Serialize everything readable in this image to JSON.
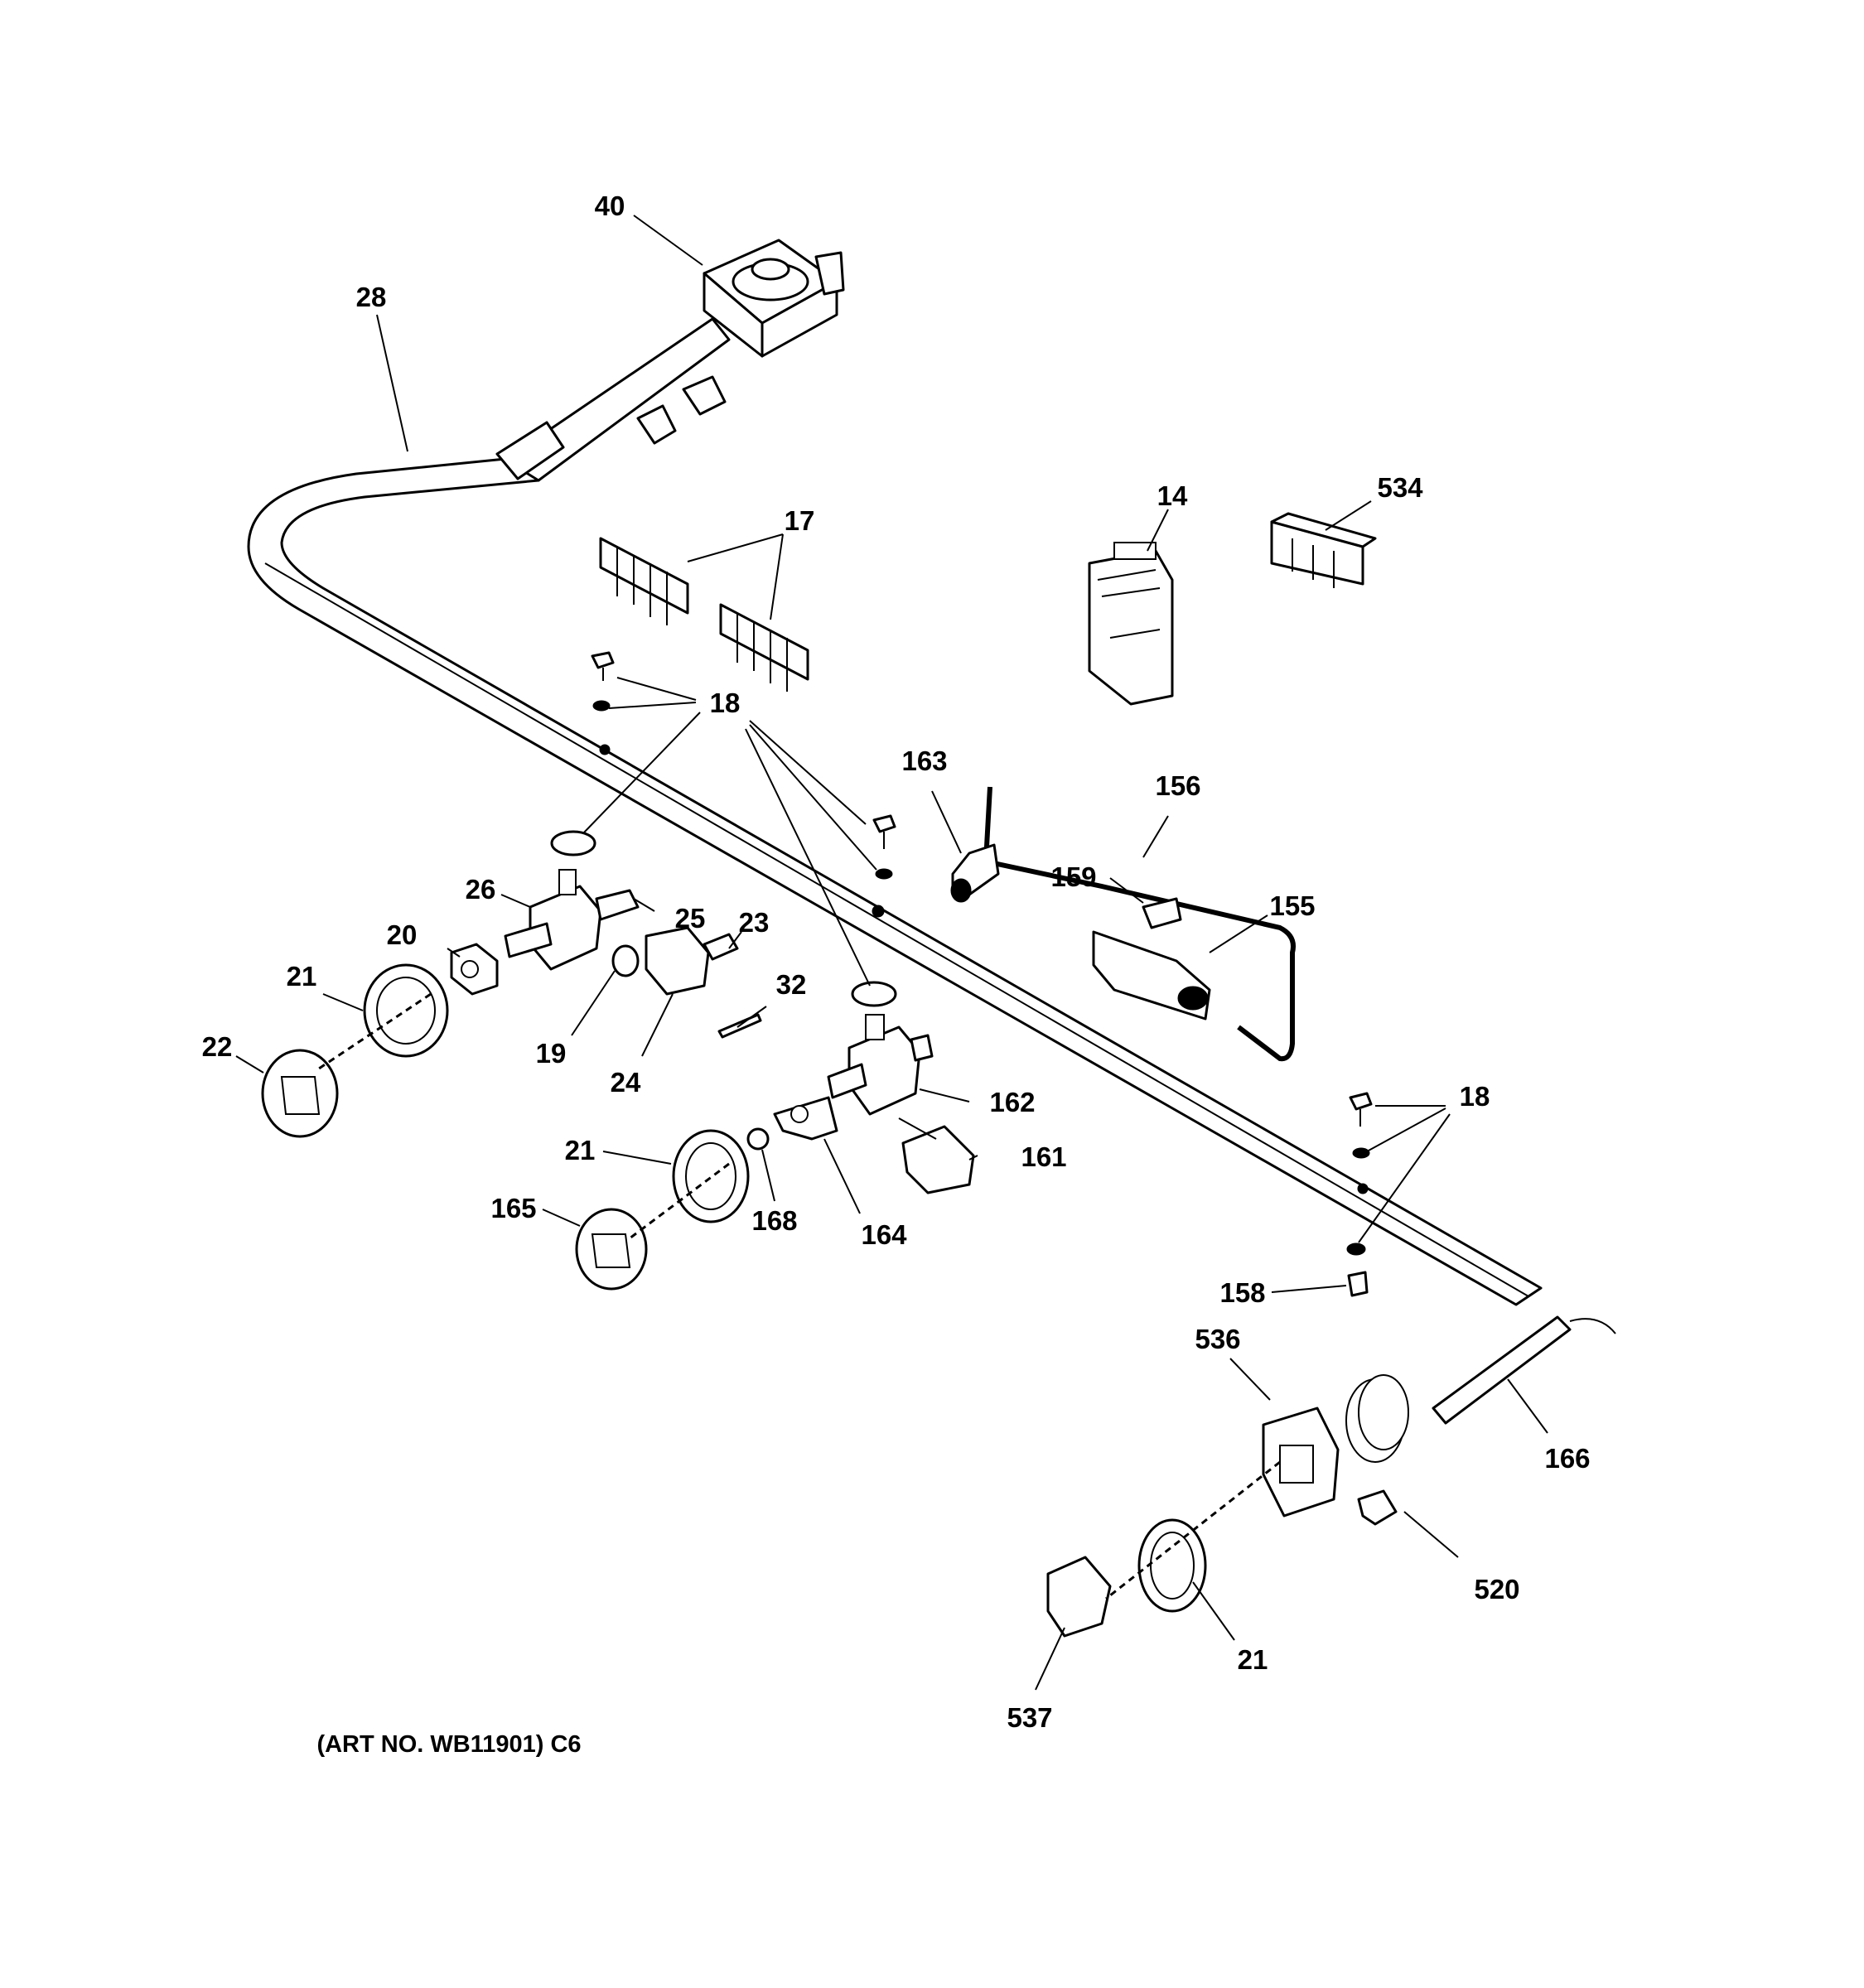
{
  "diagram": {
    "caption": "(ART NO. WB11901) C6",
    "callouts": {
      "c40": "40",
      "c28": "28",
      "c17": "17",
      "c14": "14",
      "c534": "534",
      "c18a": "18",
      "c163": "163",
      "c156": "156",
      "c159": "159",
      "c155": "155",
      "c26": "26",
      "c25": "25",
      "c23": "23",
      "c20": "20",
      "c21a": "21",
      "c32": "32",
      "c22": "22",
      "c19": "19",
      "c24": "24",
      "c162": "162",
      "c18b": "18",
      "c21b": "21",
      "c161": "161",
      "c165": "165",
      "c168": "168",
      "c164": "164",
      "c158": "158",
      "c536": "536",
      "c166": "166",
      "c520": "520",
      "c21c": "21",
      "c537": "537"
    }
  }
}
